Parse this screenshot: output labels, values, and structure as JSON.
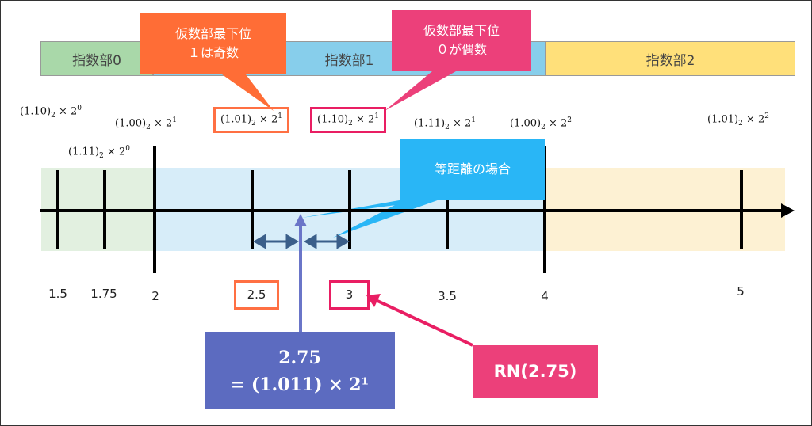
{
  "bands": [
    {
      "label": "指数部0",
      "color": "#a9d8a9"
    },
    {
      "label": "指数部1",
      "color": "#87ceeb"
    },
    {
      "label": "指数部2",
      "color": "#ffe07a"
    }
  ],
  "callouts": {
    "odd": {
      "line1": "仮数部最下位",
      "line2": "１は奇数",
      "color": "#ff6d36"
    },
    "even": {
      "line1": "仮数部最下位",
      "line2": "０が偶数",
      "color": "#ec407a"
    },
    "equidistant": {
      "text": "等距離の場合",
      "color": "#29b6f6"
    }
  },
  "formats": [
    {
      "mantissa": "(1.10)",
      "base": "2",
      "exp": "0"
    },
    {
      "mantissa": "(1.11)",
      "base": "2",
      "exp": "0"
    },
    {
      "mantissa": "(1.00)",
      "base": "2",
      "exp": "1"
    },
    {
      "mantissa": "(1.01)",
      "base": "2",
      "exp": "1"
    },
    {
      "mantissa": "(1.10)",
      "base": "2",
      "exp": "1"
    },
    {
      "mantissa": "(1.11)",
      "base": "2",
      "exp": "1"
    },
    {
      "mantissa": "(1.00)",
      "base": "2",
      "exp": "2"
    },
    {
      "mantissa": "(1.01)",
      "base": "2",
      "exp": "2"
    }
  ],
  "ticks": [
    "1.5",
    "1.75",
    "2",
    "2.5",
    "3",
    "3.5",
    "4",
    "5"
  ],
  "value_box": {
    "line1": "2.75",
    "line2": "= (1.011) × 2¹",
    "color": "#5c6bc0"
  },
  "rn_box": {
    "text": "RN(2.75)",
    "color": "#ec407a"
  },
  "colors": {
    "odd_box": "#ff7043",
    "even_box": "#e91e63",
    "axis": "#000000"
  }
}
